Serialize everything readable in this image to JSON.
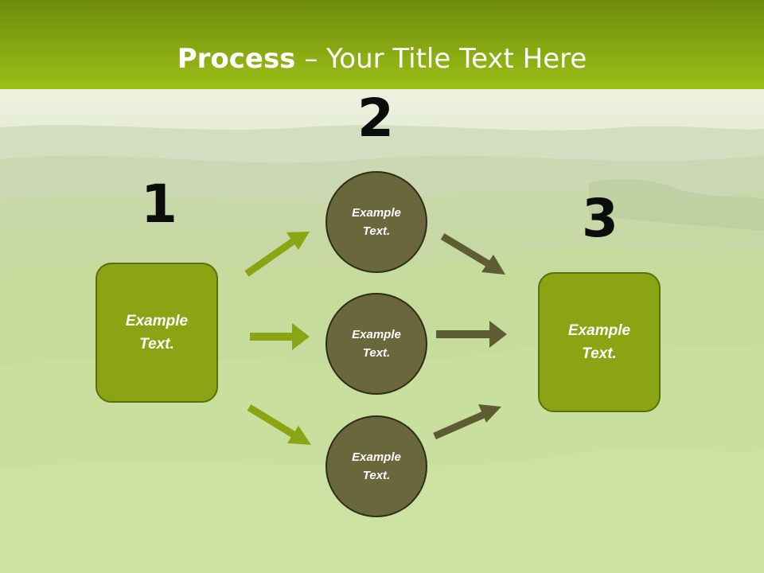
{
  "title": {
    "bold": "Process",
    "rest": " – Your Title Text Here"
  },
  "steps": [
    {
      "number": "1",
      "text": "Example\nText."
    },
    {
      "number": "2",
      "text": "Example\nText."
    },
    {
      "number": "3",
      "text": "Example\nText."
    }
  ],
  "circles": [
    {
      "text": "Example\nText."
    },
    {
      "text": "Example\nText."
    },
    {
      "text": "Example\nText."
    }
  ],
  "colors": {
    "header_top": "#6f8a0c",
    "header_bottom": "#9cbf18",
    "box_fill": "#8aa414",
    "circle_fill": "#69673b",
    "arrow_green": "#8aa414",
    "arrow_olive": "#5d5c33"
  }
}
